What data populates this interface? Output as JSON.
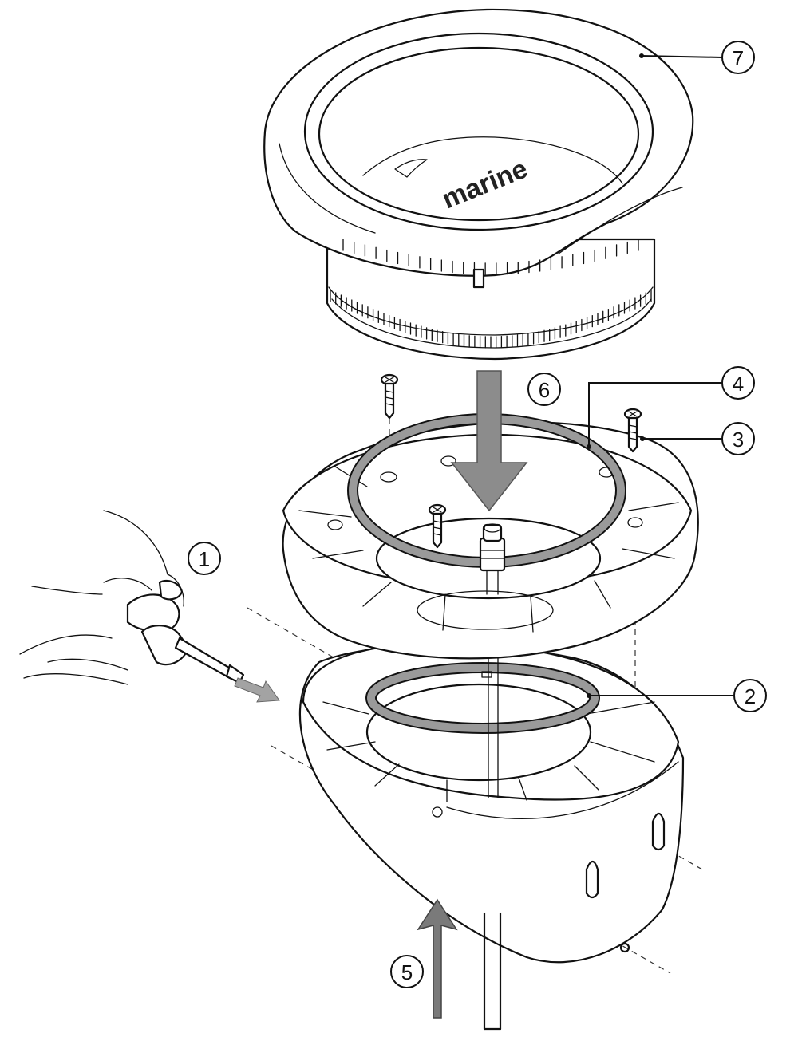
{
  "brand_text": "marine",
  "callouts": [
    "1",
    "2",
    "3",
    "4",
    "5",
    "6",
    "7"
  ],
  "colors": {
    "line": "#111111",
    "seal": "#9a9a9a",
    "arrow": "#8c8c8c",
    "background": "#ffffff"
  }
}
